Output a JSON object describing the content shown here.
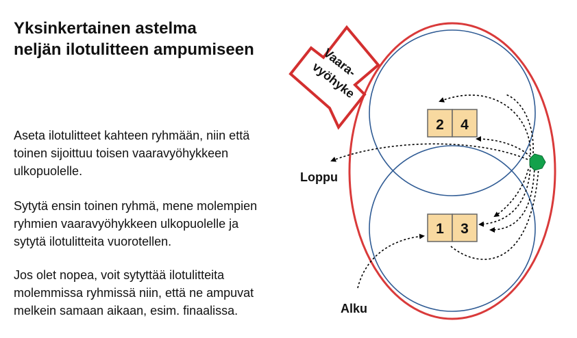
{
  "title": {
    "line1": "Yksinkertainen astelma",
    "line2": "neljän ilotulitteen ampumiseen"
  },
  "paragraphs": [
    {
      "lines": [
        "Aseta ilotulitteet kahteen ryhmään, niin että",
        "toinen sijoittuu toisen vaaravyöhykkeen",
        "ulkopuolelle."
      ]
    },
    {
      "lines": [
        "Sytytä ensin toinen ryhmä, mene molempien",
        "ryhmien vaaravyöhykkeen ulkopuolelle ja",
        "sytytä ilotulitteita vuorotellen."
      ]
    },
    {
      "lines": [
        "Jos olet nopea, voit sytyttää ilotulitteita",
        "molemmissa ryhmissä niin, että ne ampuvat",
        "melkein samaan aikaan, esim. finaalissa."
      ]
    }
  ],
  "diagram": {
    "danger_zone_label": {
      "line1": "Vaara-",
      "line2": "vyöhyke"
    },
    "top_group": [
      "2",
      "4"
    ],
    "bottom_group": [
      "1",
      "3"
    ],
    "end_label": "Loppu",
    "start_label": "Alku",
    "colors": {
      "outer_zone": "#d93a3a",
      "inner_zone": "#2f5b94",
      "box_fill": "#f8d9a0",
      "box_stroke": "#666666",
      "operator_marker": "#13a14b",
      "arrow_border": "#d32f2f"
    }
  }
}
